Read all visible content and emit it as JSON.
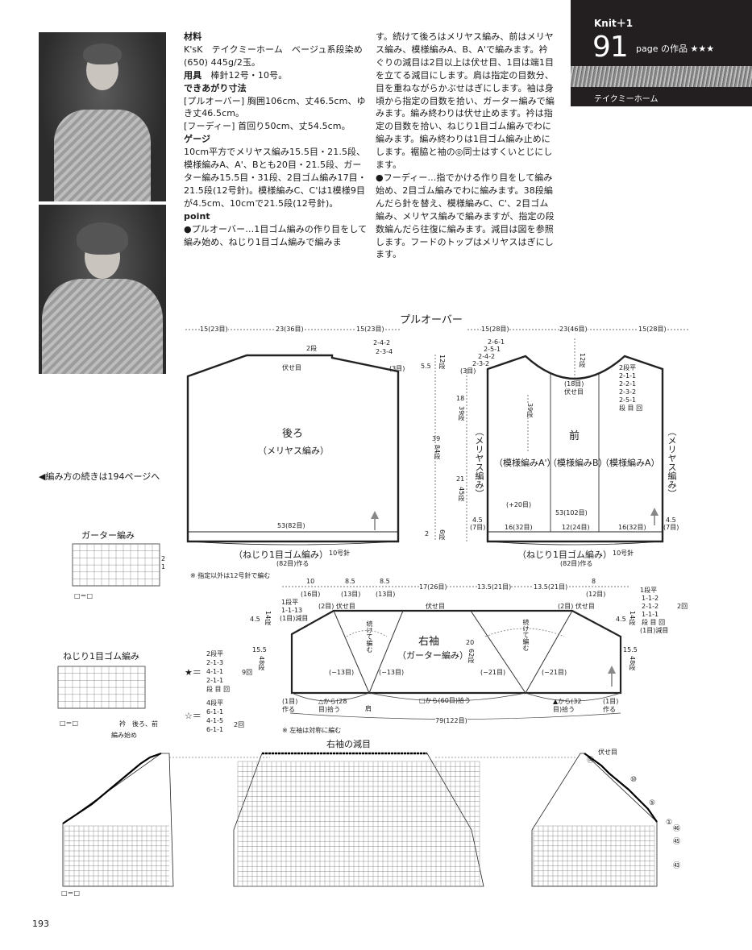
{
  "badge": {
    "series": "Knit＋1",
    "number": "91",
    "page_text": "page の作品 ★★★",
    "yarn_name": "テイクミーホーム"
  },
  "materials": {
    "h_material": "材料",
    "material_text": "K'sK　テイクミーホーム　ベージュ系段染め(650) 445g/2玉。",
    "h_tools": "用具",
    "tools_text": "棒針12号・10号。",
    "h_size": "できあがり寸法",
    "size_pullover": "[プルオーバー] 胸囲106cm、丈46.5cm、ゆき丈46.5cm。",
    "size_hoodie": "[フーディー] 首回り50cm、丈54.5cm。",
    "h_gauge": "ゲージ",
    "gauge_text": "10cm平方でメリヤス編み15.5目・21.5段、模様編みA、A'、Bとも20目・21.5段、ガーター編み15.5目・31段、2目ゴム編み17目・21.5段(12号針)。模様編みC、C'は1模様9目が4.5cm、10cmで21.5段(12号針)。",
    "h_point": "point",
    "point_text_a": "●プルオーバー…1目ゴム編みの作り目をして編み始め、ねじり1目ゴム編みで編みま"
  },
  "column2": {
    "text_a": "す。続けて後ろはメリヤス編み、前はメリヤス編み、模様編みA、B、A'で編みます。衿ぐりの減目は2目以上は伏せ目、1目は端1目を立てる減目にします。肩は指定の目数分、目を重ねながらかぶせはぎにします。袖は身頃から指定の目数を拾い、ガーター編みで編みます。編み終わりは伏せ止めます。衿は指定の目数を拾い、ねじり1目ゴム編みでわに編みます。編み終わりは1目ゴム編み止めにします。裾脇と袖の◎同士はすくいとじにします。",
    "text_b": "●フーディー…指でかける作り目をして編み始め、2目ゴム編みでわに編みます。38段編んだら針を替え、模様編みC、C'、2目ゴム編み、メリヤス編みで編みますが、指定の段数編んだら往復に編みます。減目は図を参照します。フードのトップはメリヤスはぎにします。"
  },
  "diagram": {
    "title": "プルオーバー",
    "continue_note": "◀編み方の続きは194ページへ",
    "back": {
      "name": "後ろ",
      "stitch": "（メリヤス編み）",
      "w_left": "15(23目)",
      "w_mid": "23(36目)",
      "w_right": "15(23目)",
      "bind": "伏せ目",
      "neck_rows": "2段",
      "dec": [
        "2-4-2",
        "2-3-4",
        "(3目)"
      ],
      "h_top": "5.5",
      "h_top_rows": "12段",
      "h_total": "39",
      "h_total_rows": "84段",
      "h_rib": "2",
      "h_rib_rows": "6段",
      "bottom_width": "53(82目)",
      "rib": "（ねじり1目ゴム編み）",
      "needle": "10号針",
      "cast_on": "(82目)作る",
      "note": "※ 指定以外は12号針で編む"
    },
    "front": {
      "name": "前",
      "w_left": "15(28目)",
      "w_mid": "23(46目)",
      "w_right": "15(28目)",
      "dec_left": [
        "2-6-1",
        "2-5-1",
        "2-4-2",
        "2-3-2",
        "(3目)"
      ],
      "center_rows": "12段",
      "center_bind": "(18目)伏せ目",
      "center_height": "39段",
      "dec_right": [
        "2段平",
        "2-1-1",
        "2-2-1",
        "2-3-2",
        "2-5-1",
        "段 目 回"
      ],
      "side_left": "（メリヤス編み）",
      "side_right": "（メリヤス編み）",
      "pat_a2": "（模様編みA'）",
      "pat_b": "（模様編みB）",
      "pat_a": "（模様編みA）",
      "left_h1": "18",
      "left_h1_rows": "39段",
      "left_h2": "21",
      "left_h2_rows": "45段",
      "plus": "(+20目)",
      "width53": "53(102目)",
      "seg1": "16(32目)",
      "seg2": "12(24目)",
      "seg3": "16(32目)",
      "edge_l": "4.5",
      "edge_l_sts": "(7目)",
      "edge_r": "4.5",
      "edge_r_sts": "(7目)",
      "rib": "（ねじり1目ゴム編み）",
      "needle": "10号針",
      "cast_on": "(82目)作る"
    },
    "sleeve": {
      "name": "右袖",
      "stitch": "（ガーター編み）",
      "top_widths": [
        "10",
        "8.5",
        "8.5",
        "17(26目)",
        "13.5(21目)",
        "13.5(21目)",
        "8"
      ],
      "top_sts": [
        "(16目)",
        "(13目)",
        "(13目)",
        "",
        "",
        "",
        "(12目)"
      ],
      "bind_l": "(2目) 伏せ目",
      "bind_c": "伏せ目",
      "bind_r": "(2目) 伏せ目",
      "dec_left": [
        "1段平",
        "1-1-13",
        "(1目)減目"
      ],
      "dec_right": [
        "1段平",
        "1-1-2",
        "2-1-2",
        "1-1-1",
        "段 目 回",
        "(1目)減目"
      ],
      "dec_right_times": "2回",
      "left_h": "4.5",
      "left_h_rows": "14段",
      "left_h2": "15.5",
      "left_h2_rows": "48段",
      "right_h": "4.5",
      "right_h_rows": "14段",
      "right_h2": "15.5",
      "right_h2_rows": "48段",
      "center_h": "20",
      "center_h_rows": "62段",
      "continue": "続けて編む",
      "m13a": "(−13目)",
      "m13b": "(−13目)",
      "m21a": "(−21目)",
      "m21b": "(−21目)",
      "pick_l": "△から(28目)拾う",
      "pick_c": "□から(60目)拾う",
      "pick_r": "▲から(32目)拾う",
      "shoulder": "肩",
      "make_l": "(1目)作る",
      "make_r": "(1目)作る",
      "total": "79(122目)",
      "note": "※ 左袖は対称に編む"
    },
    "garter": {
      "title": "ガーター編み",
      "row_label": "2",
      "row_label2": "1",
      "legend": "□＝□"
    },
    "rib": {
      "title": "ねじり1目ゴム編み",
      "legend": "□＝□",
      "labels": [
        "衿",
        "後ろ、前"
      ],
      "start": "編み始め",
      "star_black": [
        "2段平",
        "2-1-3",
        "4-1-1",
        "2-1-1",
        "段 目 回"
      ],
      "star_black_times": "9回",
      "star_white": [
        "4段平",
        "6-1-1",
        "4-1-5",
        "6-1-1"
      ],
      "star_white_times": "2回"
    },
    "sleeve_dec": {
      "title": "右袖の減目",
      "bind": "伏せ目",
      "marks": [
        "⑭",
        "⑩",
        "⑤",
        "①",
        "㊻",
        "㊺",
        "㊸"
      ],
      "legend": "□＝□"
    }
  },
  "page_number": "193"
}
